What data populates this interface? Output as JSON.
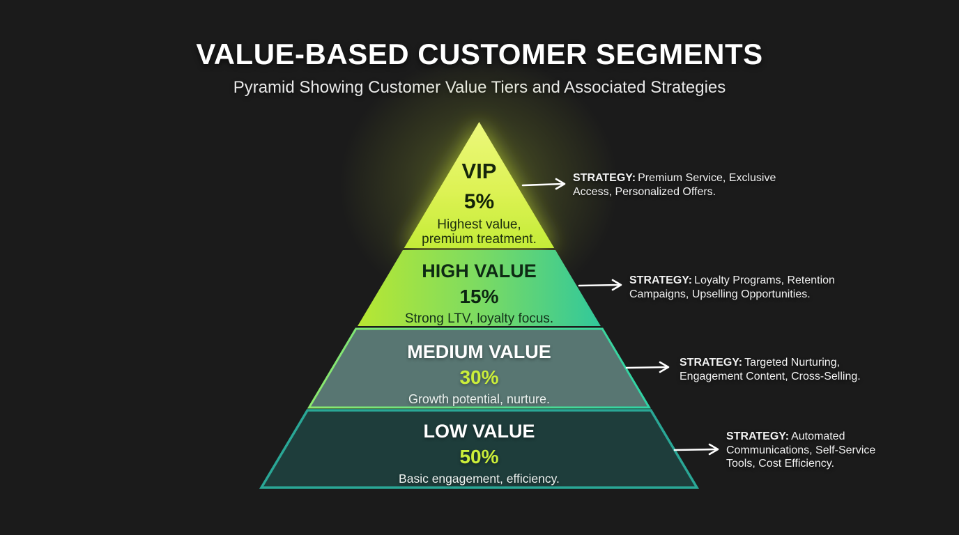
{
  "chart_data": {
    "type": "pyramid",
    "title": "VALUE-BASED CUSTOMER SEGMENTS",
    "subtitle": "Pyramid Showing Customer Value Tiers and Associated Strategies",
    "tiers": [
      {
        "label": "VIP",
        "value": 5,
        "percent": "5%",
        "description": "Highest value, premium treatment.",
        "strategy_prefix": "STRATEGY:",
        "strategy": "Premium Service, Exclusive Access, Personalized Offers."
      },
      {
        "label": "HIGH VALUE",
        "value": 15,
        "percent": "15%",
        "description": "Strong LTV, loyalty focus.",
        "strategy_prefix": "STRATEGY:",
        "strategy": "Loyalty Programs, Retention Campaigns, Upselling Opportunities."
      },
      {
        "label": "MEDIUM VALUE",
        "value": 30,
        "percent": "30%",
        "description": "Growth potential, nurture.",
        "strategy_prefix": "STRATEGY:",
        "strategy": "Targeted Nurturing, Engagement Content, Cross-Selling."
      },
      {
        "label": "LOW VALUE",
        "value": 50,
        "percent": "50%",
        "description": "Basic engagement, efficiency.",
        "strategy_prefix": "STRATEGY:",
        "strategy": "Automated Communications, Self-Service Tools, Cost Efficiency."
      }
    ],
    "colors": {
      "background": "#1b1b1b",
      "vip-top": "#ecf87c",
      "vip-bottom": "#c4ec38",
      "high-left": "#b8e732",
      "high-right": "#31c89b",
      "medium-fill": "#587672",
      "medium-border-left": "#8ce96e",
      "medium-border-right": "#2fd3a6",
      "low-fill": "#1e3d3b",
      "low-border": "#2aa796",
      "percent-accent": "#cbee3a",
      "arrow": "#ffffff"
    },
    "legend_position": "none",
    "grid": false
  }
}
